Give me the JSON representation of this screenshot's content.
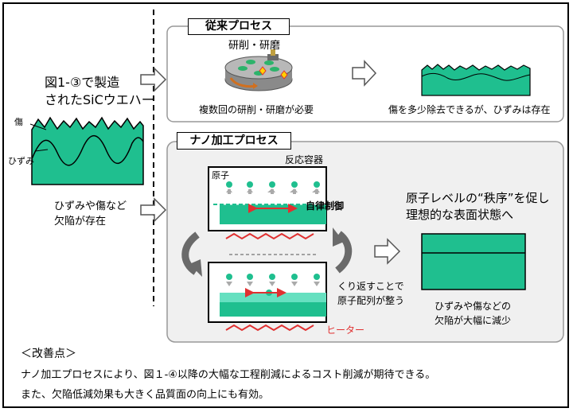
{
  "wafer": {
    "title_line1": "図1-③で製造",
    "title_line2": "されたSiCウエハー",
    "label_scratch": "傷",
    "label_warp": "ひずみ",
    "defect_line1": "ひずみや傷など",
    "defect_line2": "欠陥が存在"
  },
  "conventional": {
    "title": "従来プロセス",
    "machine_label": "研削・研磨",
    "caption_left": "複数回の研削・研磨が必要",
    "caption_right": "傷を多少除去できるが、ひずみは存在"
  },
  "nano": {
    "title": "ナノ加工プロセス",
    "reactor_label": "反応容器",
    "atom_label": "原子",
    "self_control": "自律制御",
    "repeat_line1": "くり返すことで",
    "repeat_line2": "原子配列が整う",
    "heater_label": "ヒーター",
    "goal_line1": "原子レベルの“秩序”を促し",
    "goal_line2": "理想的な表面状態へ",
    "result_line1": "ひずみや傷などの",
    "result_line2": "欠陥が大幅に減少"
  },
  "summary": {
    "heading": "＜改善点＞",
    "line1": "ナノ加工プロセスにより、図１-④以降の大幅な工程削減によるコスト削減が期待できる。",
    "line2": "また、欠陥低減効果も大きく品質面の向上にも有効。"
  },
  "colors": {
    "teal": "#1fbf8f",
    "heater_red": "#e03030",
    "panel_gray": "#f0f0f0"
  }
}
